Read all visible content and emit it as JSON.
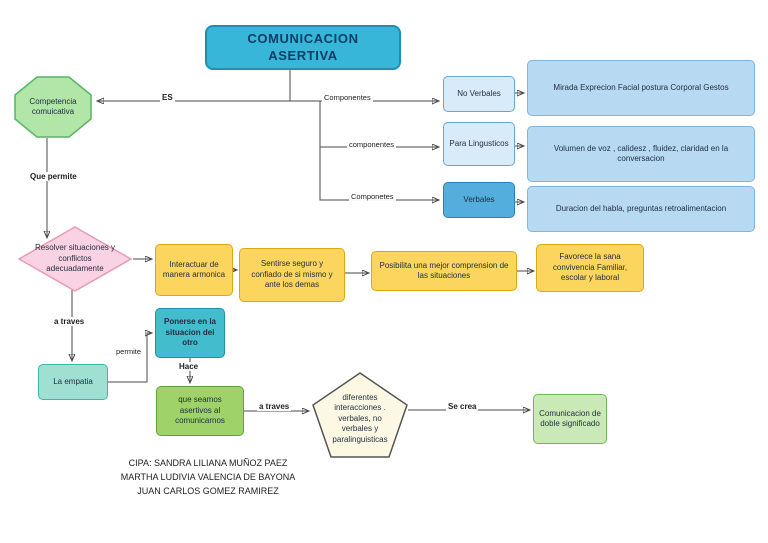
{
  "title": "COMUNICACION ASERTIVA",
  "palette": {
    "title_bg": "#38b6d9",
    "light_blue": "#d7ebf9",
    "desc_blue": "#b7d9f2",
    "dark_blue": "#53aede",
    "green_octagon": "#b2e5a8",
    "pink_diamond": "#f9d3e3",
    "yellow": "#fbd55e",
    "teal": "#9fe0d3",
    "dark_teal": "#43bccd",
    "green": "#9fd36a",
    "light_green": "#c9eab6",
    "pentagon": "#fdf8e4"
  },
  "nodes": {
    "competencia": "Competencia comuicativa",
    "no_verbales": "No Verbales",
    "no_verbales_desc": "Mirada Exprecion Facial postura Corporal Gestos",
    "para_linguisticos": "Para Lingusticos",
    "para_linguisticos_desc": "Volumen de voz , calidesz , fluidez, claridad en la conversacion",
    "verbales": "Verbales",
    "verbales_desc": "Duracion del habla, preguntas retroalimentacion",
    "resolver": "Resolver situaciones y conflictos adecuadamente",
    "interactuar": "Interactuar de manera armonica",
    "sentirse": "Sentirse seguro y confiado de si mismo y ante los demas",
    "posibilita": "Posibilita una mejor comprension de las situaciones",
    "favorece": "Favorece la sana convivencia Familiar, escolar y laboral",
    "empatia": "La empatia",
    "ponerse": "Ponerse en la situacion del otro",
    "que_seamos": "que seamos asertivos al comunicarnos",
    "diferentes": "diferentes interacciones . verbales, no verbales y paralinguisticas",
    "comunicacion_doble": "Comunicacion de doble significado"
  },
  "edges": {
    "es": "ES",
    "componentes_no_verbales": "Componentes",
    "componentes_para": "componentes",
    "componentes_verbales": "Componetes",
    "que_permite": "Que permite",
    "a_traves_empatia": "a traves",
    "permite": "permite",
    "hace": "Hace",
    "a_traves_interacciones": "a traves",
    "se_crea": "Se crea"
  },
  "credits": [
    "CIPA: SANDRA LILIANA MUÑOZ PAEZ",
    "MARTHA LUDIVIA VALENCIA DE BAYONA",
    "JUAN CARLOS GOMEZ RAMIREZ"
  ]
}
